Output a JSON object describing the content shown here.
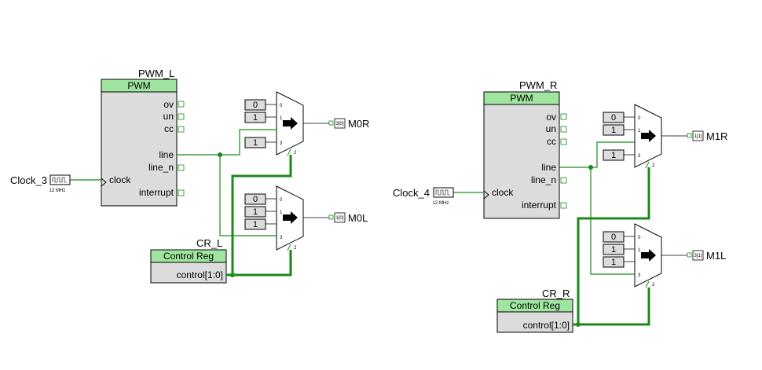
{
  "left": {
    "pwm": {
      "instance": "PWM_L",
      "header": "PWM",
      "pins_right": [
        "ov",
        "un",
        "cc",
        "line",
        "line_n",
        "interrupt"
      ],
      "pin_left": "clock"
    },
    "clock": {
      "name": "Clock_3",
      "freq": "12 MHz"
    },
    "creg": {
      "instance": "CR_L",
      "header": "Control Reg",
      "pin": "control[1:0]"
    },
    "mux_top": {
      "consts": [
        "0",
        "1",
        "1"
      ],
      "idx_labels": [
        "0",
        "1",
        "3",
        "2"
      ],
      "out": "M0R",
      "out_tag": "3[0]"
    },
    "mux_bot": {
      "consts": [
        "0",
        "1",
        "1"
      ],
      "idx_labels": [
        "0",
        "1",
        "3",
        "2"
      ],
      "out": "M0L",
      "out_tag": "1[0]"
    }
  },
  "right": {
    "pwm": {
      "instance": "PWM_R",
      "header": "PWM",
      "pins_right": [
        "ov",
        "un",
        "cc",
        "line",
        "line_n",
        "interrupt"
      ],
      "pin_left": "clock"
    },
    "clock": {
      "name": "Clock_4",
      "freq": "12 MHz"
    },
    "creg": {
      "instance": "CR_R",
      "header": "Control Reg",
      "pin": "control[1:0]"
    },
    "mux_top": {
      "consts": [
        "0",
        "1",
        "1"
      ],
      "idx_labels": [
        "0",
        "1",
        "3",
        "2"
      ],
      "out": "M1R",
      "out_tag": "1[1]"
    },
    "mux_bot": {
      "consts": [
        "0",
        "1",
        "1"
      ],
      "idx_labels": [
        "0",
        "1",
        "3",
        "2"
      ],
      "out": "M1L",
      "out_tag": "3[1]"
    }
  }
}
